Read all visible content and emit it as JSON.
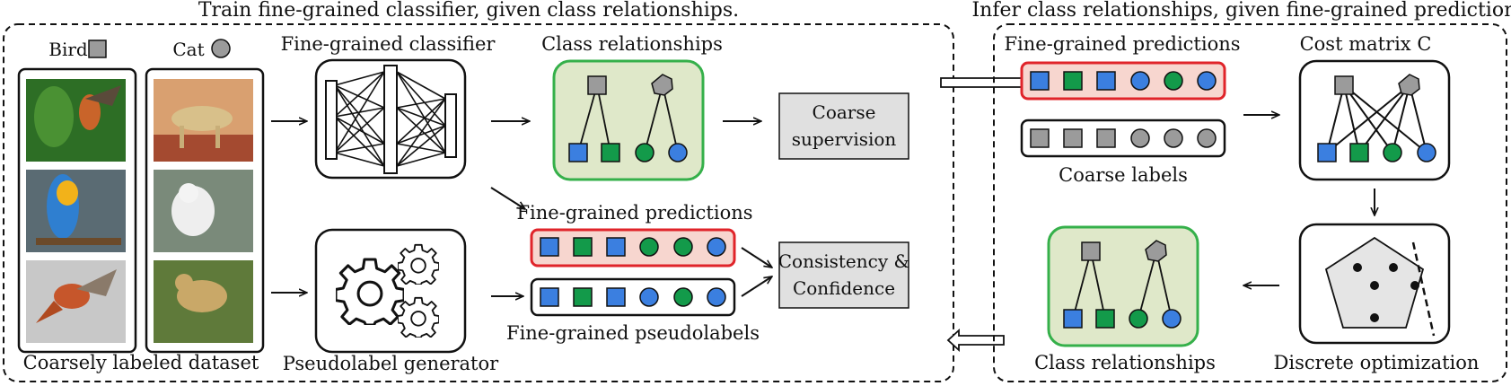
{
  "left_panel": {
    "title": "Train fine-grained classifier, given class relationships.",
    "dataset": {
      "caption": "Coarsely labeled dataset",
      "bird_label": "Bird",
      "cat_label": "Cat",
      "bird_images": [
        "hummingbird photo",
        "macaw parrot photo",
        "hummingbird in flight photo"
      ],
      "cat_images": [
        "cheetah in desert photo",
        "white cat photo",
        "leopard photo"
      ]
    },
    "classifier_label": "Fine-grained classifier",
    "class_relationships_label": "Class relationships",
    "coarse_supervision_label": "Coarse supervision",
    "fine_predictions_label": "Fine-grained predictions",
    "pseudolabels_label": "Fine-grained pseudolabels",
    "consistency_label_line1": "Consistency &",
    "consistency_label_line2": "Confidence",
    "pseudolabel_generator_label": "Pseudolabel generator"
  },
  "right_panel": {
    "title": "Infer class relationships, given fine-grained predictions.",
    "fine_predictions_label": "Fine-grained predictions",
    "coarse_labels_label": "Coarse labels",
    "cost_matrix_label": "Cost matrix C",
    "class_relationships_label": "Class relationships",
    "discrete_optimization_label": "Discrete optimization"
  },
  "colors": {
    "blue": "#3b7fe0",
    "green": "#139a4a",
    "gray": "#9b9b9b",
    "red_border": "#e0242a",
    "pink_fill": "#f7d6cf",
    "light_green_fill": "#dfe8c9",
    "green_border": "#35b04a",
    "box_fill": "#e0e0e0"
  }
}
